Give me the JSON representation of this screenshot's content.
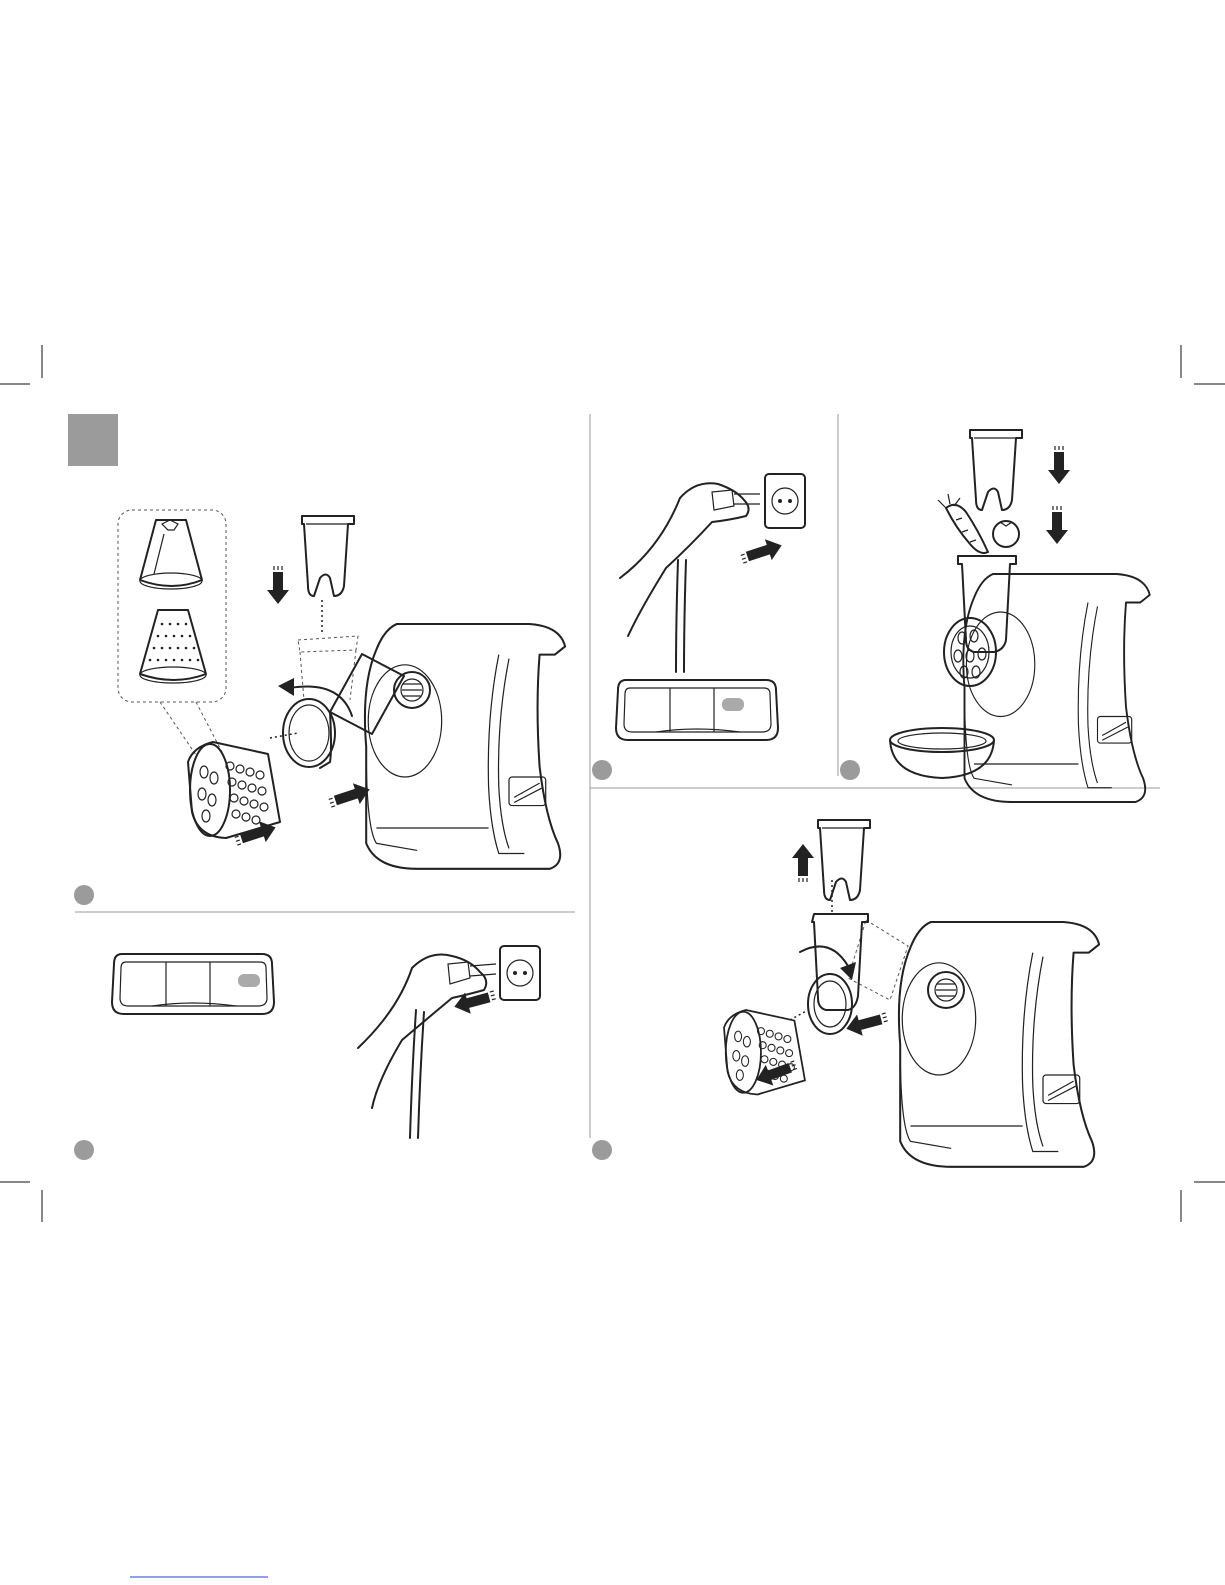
{
  "page": {
    "colors": {
      "line": "#222222",
      "badge": "#9b9b9b",
      "divider": "#999999",
      "header_tab": "#9b9b9b",
      "footer_link": "#2a3fd6"
    }
  },
  "steps": [
    {
      "id": "assemble-cone",
      "icons": [
        "cone-slicer-icon",
        "cone-grater-icon",
        "cone-drum-icon",
        "feed-tube-icon",
        "pusher-icon",
        "motor-unit-icon",
        "rotate-arrow-icon",
        "push-arrow-icon"
      ]
    },
    {
      "id": "plug-in-right",
      "icons": [
        "control-panel-icon",
        "hand-plug-icon",
        "wall-socket-icon",
        "push-arrow-icon"
      ]
    },
    {
      "id": "plug-in-top",
      "icons": [
        "hand-plug-icon",
        "wall-socket-icon",
        "control-panel-icon",
        "push-arrow-icon"
      ]
    },
    {
      "id": "process-food",
      "icons": [
        "pusher-icon",
        "carrot-icon",
        "tomato-icon",
        "motor-unit-icon",
        "bowl-icon",
        "down-arrow-icon"
      ]
    },
    {
      "id": "disassemble",
      "icons": [
        "pusher-icon",
        "cone-drum-icon",
        "feed-tube-icon",
        "motor-unit-icon",
        "rotate-arrow-icon",
        "pull-arrow-icon"
      ]
    }
  ]
}
